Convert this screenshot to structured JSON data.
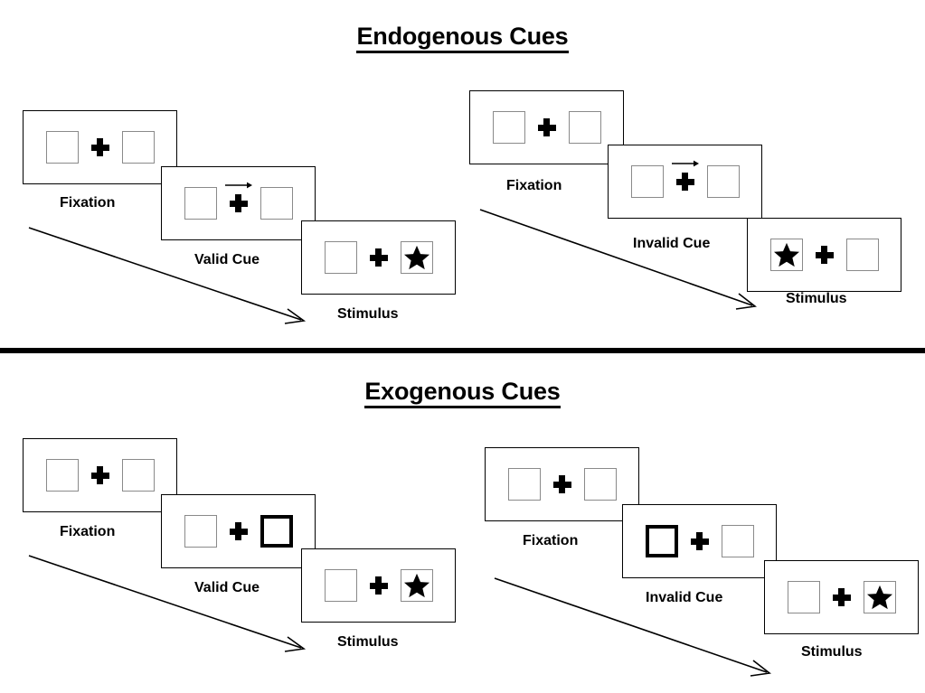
{
  "figure": {
    "title_endogenous": "Endogenous Cues",
    "title_exogenous": "Exogenous Cues",
    "colors": {
      "ink": "#000000",
      "box_outline": "#8a8a8a",
      "frame_outline": "#000000",
      "background": "#ffffff"
    }
  },
  "labels": {
    "fixation": "Fixation",
    "valid_cue": "Valid Cue",
    "invalid_cue": "Invalid Cue",
    "stimulus": "Stimulus"
  },
  "sections": [
    {
      "name": "endogenous",
      "title": "Endogenous Cues",
      "cue_type": "central-arrow",
      "sequences": [
        {
          "name": "valid",
          "frames": [
            {
              "label": "Fixation",
              "cue": "none",
              "arrow_direction": "",
              "highlight": "none",
              "star": "none"
            },
            {
              "label": "Valid Cue",
              "cue": "arrow-right",
              "arrow_direction": "right",
              "highlight": "none",
              "star": "none"
            },
            {
              "label": "Stimulus",
              "cue": "none",
              "arrow_direction": "",
              "highlight": "none",
              "star": "right"
            }
          ]
        },
        {
          "name": "invalid",
          "frames": [
            {
              "label": "Fixation",
              "cue": "none",
              "arrow_direction": "",
              "highlight": "none",
              "star": "none"
            },
            {
              "label": "Invalid Cue",
              "cue": "arrow-right",
              "arrow_direction": "right",
              "highlight": "none",
              "star": "none"
            },
            {
              "label": "Stimulus",
              "cue": "none",
              "arrow_direction": "",
              "highlight": "none",
              "star": "left"
            }
          ]
        }
      ]
    },
    {
      "name": "exogenous",
      "title": "Exogenous Cues",
      "cue_type": "peripheral-box-flash",
      "sequences": [
        {
          "name": "valid",
          "frames": [
            {
              "label": "Fixation",
              "cue": "none",
              "arrow_direction": "",
              "highlight": "none",
              "star": "none"
            },
            {
              "label": "Valid Cue",
              "cue": "box-highlight",
              "arrow_direction": "",
              "highlight": "right",
              "star": "none"
            },
            {
              "label": "Stimulus",
              "cue": "none",
              "arrow_direction": "",
              "highlight": "none",
              "star": "right"
            }
          ]
        },
        {
          "name": "invalid",
          "frames": [
            {
              "label": "Fixation",
              "cue": "none",
              "arrow_direction": "",
              "highlight": "none",
              "star": "none"
            },
            {
              "label": "Invalid Cue",
              "cue": "box-highlight",
              "arrow_direction": "",
              "highlight": "left",
              "star": "none"
            },
            {
              "label": "Stimulus",
              "cue": "none",
              "arrow_direction": "",
              "highlight": "none",
              "star": "right"
            }
          ]
        }
      ]
    }
  ]
}
